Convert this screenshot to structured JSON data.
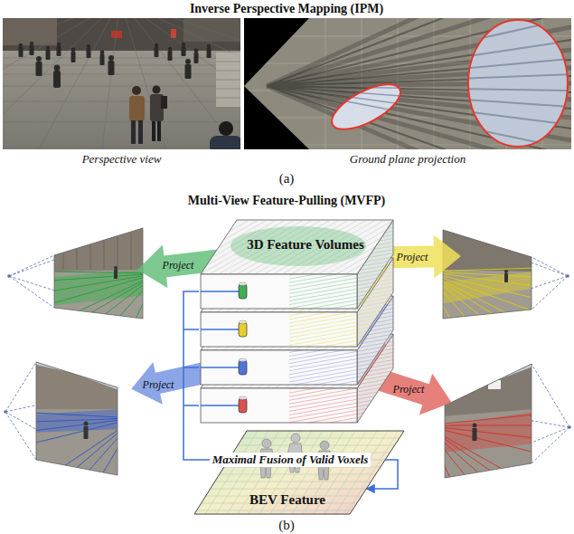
{
  "diagram": {
    "nodes": [
      {
        "text": [
          "Perspective view"
        ]
      },
      {
        "text": [
          "Ground plane projection"
        ]
      },
      {
        "text": [
          "3D Feature Volumes"
        ]
      },
      {
        "text": [
          "BEV Feature"
        ]
      }
    ],
    "edges": [
      {
        "from": 2,
        "to": 3,
        "arrow": "to",
        "label": "Maximal Fusion of Valid Voxels"
      }
    ],
    "labels": [
      "Inverse Perspective Mapping (IPM)",
      "(a)",
      "Multi-View Feature-Pulling (MVFP)",
      "Project",
      "Project",
      "Project",
      "Project",
      "(b)"
    ]
  }
}
